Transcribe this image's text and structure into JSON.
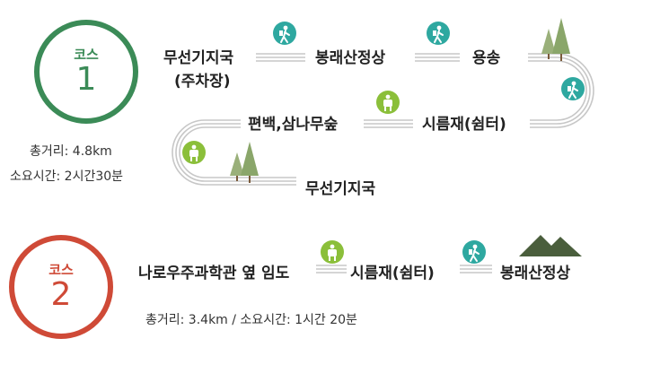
{
  "course1": {
    "label": "코스",
    "number": "1",
    "stops": [
      "무선기지국",
      "(주차장)",
      "봉래산정상",
      "용송",
      "시름재(쉼터)",
      "편백,삼나무숲",
      "무선기지국"
    ],
    "distance": "총거리: 4.8km",
    "time": "소요시간: 2시간30분",
    "color": "#3b8b57"
  },
  "course2": {
    "label": "코스",
    "number": "2",
    "stops": [
      "나로우주과학관 옆 임도",
      "시름재(쉼터)",
      "봉래산정상"
    ],
    "meta": "총거리: 3.4km / 소요시간: 1시간 20분",
    "color": "#cf4a37"
  },
  "icons": {
    "hiker_teal": "#2ea8a0",
    "hiker_green": "#8bbf3a",
    "tree": "#8aa66a",
    "mountain": "#4a5e3c"
  }
}
